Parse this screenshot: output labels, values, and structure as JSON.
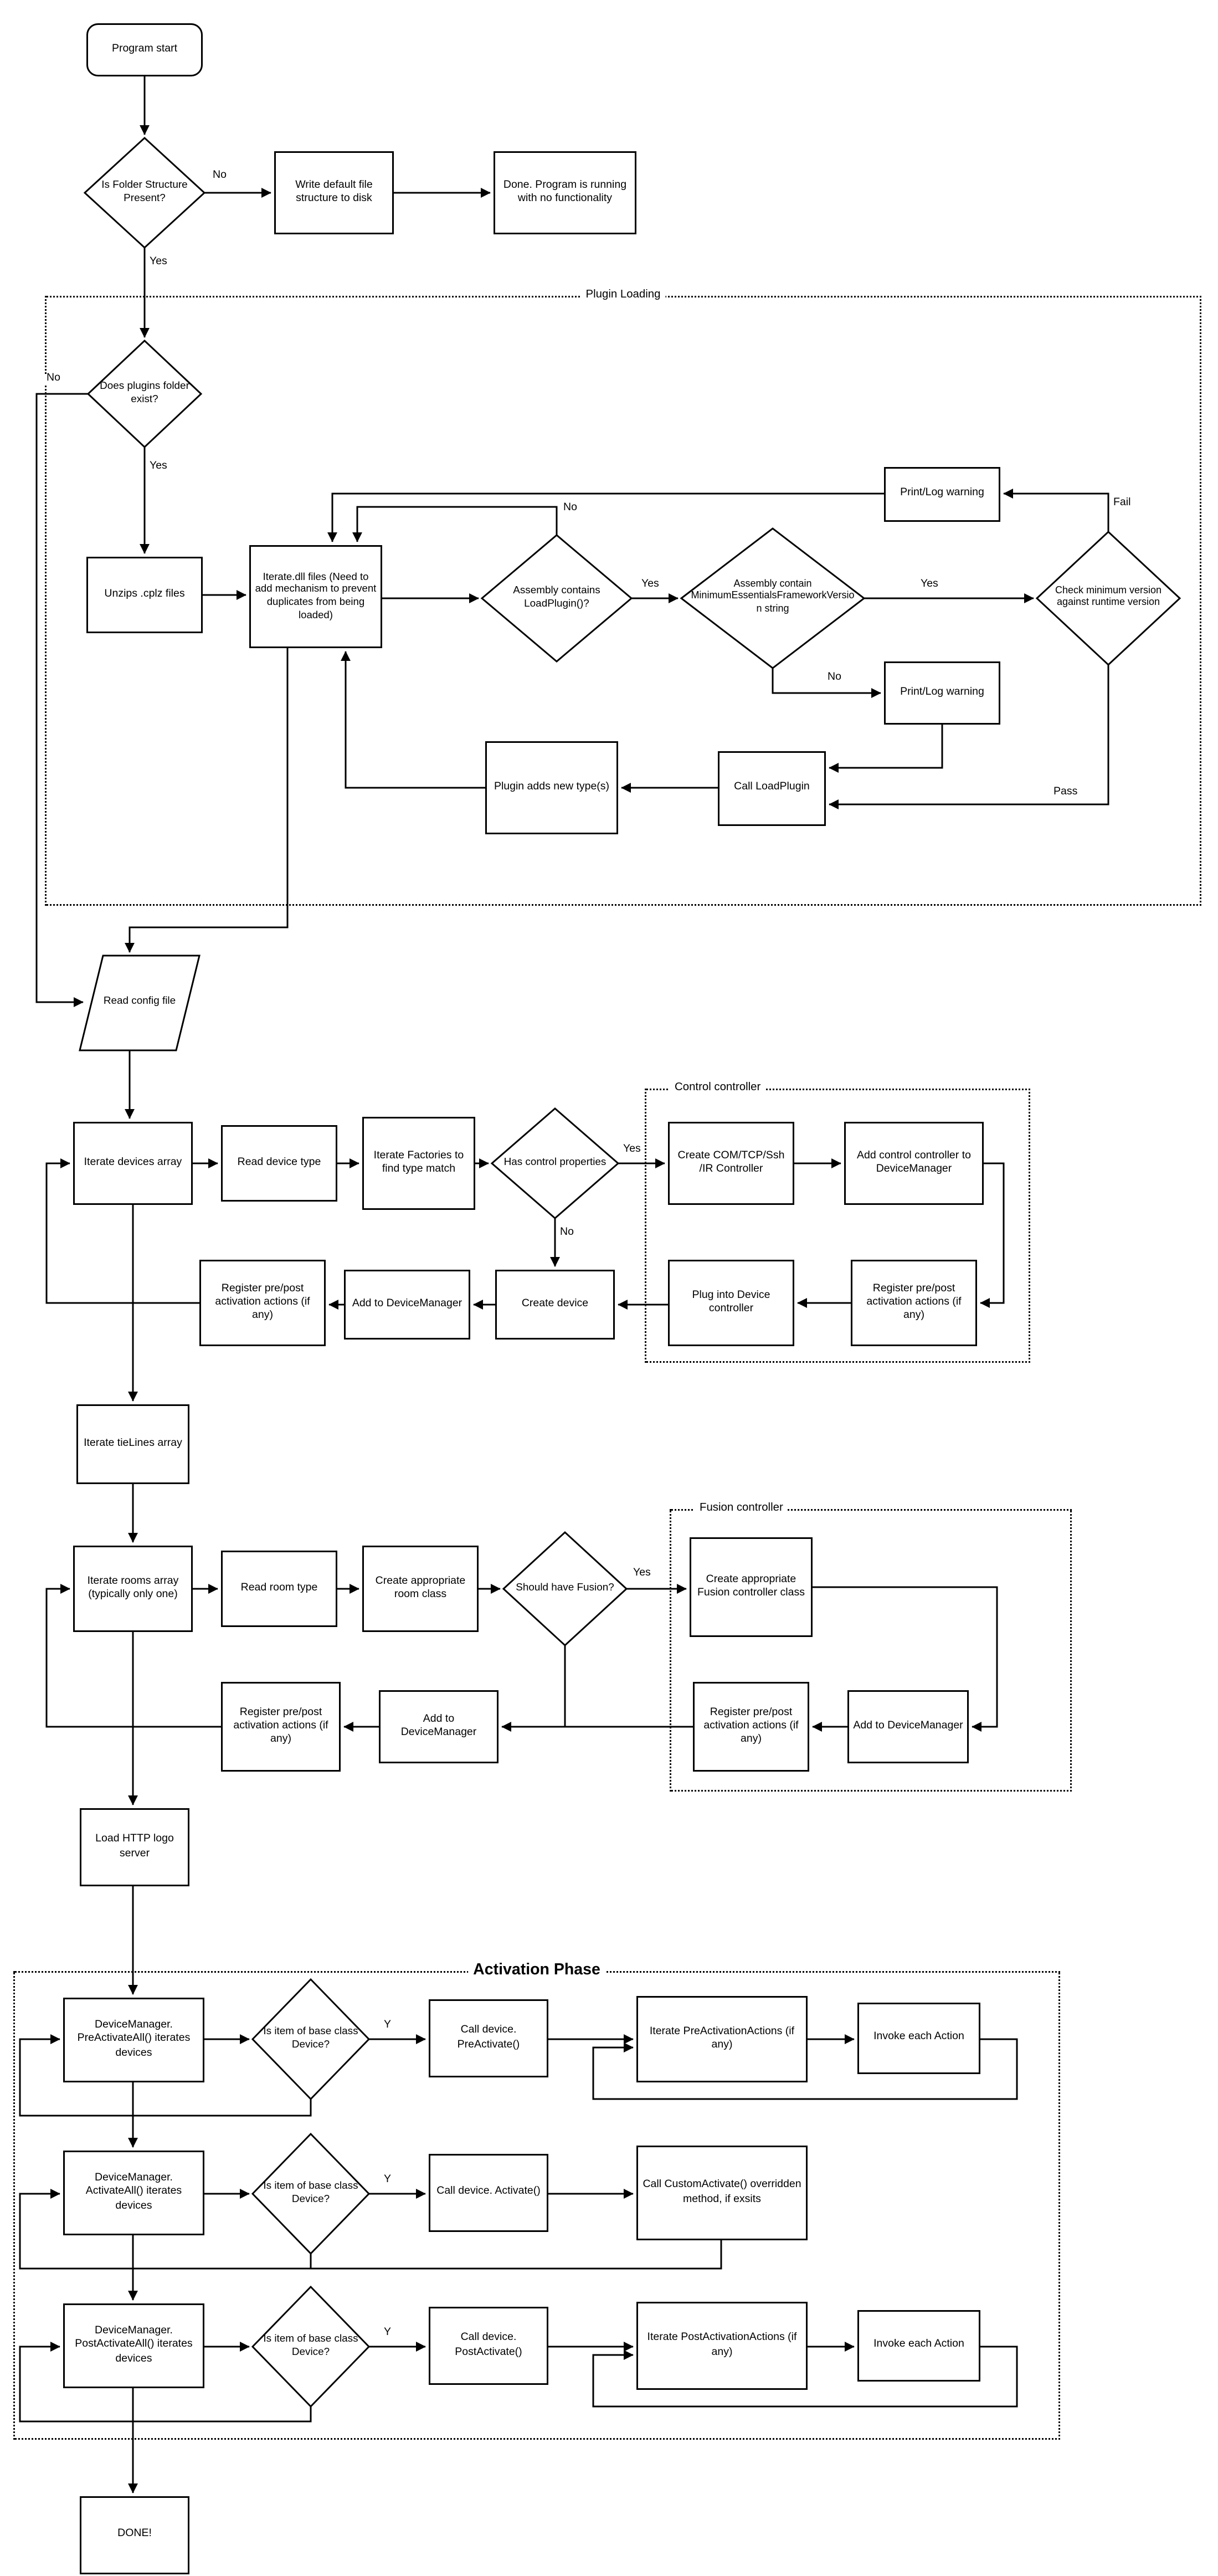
{
  "groups": {
    "plugin_loading": "Plugin Loading",
    "control_controller": "Control controller",
    "fusion_controller": "Fusion controller",
    "activation_phase": "Activation Phase"
  },
  "nodes": {
    "program_start": "Program start",
    "is_folder_structure": "Is Folder Structure Present?",
    "write_default": "Write default file structure to disk",
    "done_no_functionality": "Done.  Program is running with no functionality",
    "does_plugins_folder_exist": "Does plugins folder exist?",
    "unzips_cplz": "Unzips .cplz files",
    "iterate_dll": "Iterate.dll files (Need to add mechanism to prevent duplicates from being loaded)",
    "assembly_contains_loadplugin": "Assembly contains LoadPlugin()?",
    "assembly_contains_minimum": "Assembly contain MinimumEssentialsFrameworkVersion string",
    "check_minimum_version": "Check minimum version against runtime version",
    "print_log_warning_top": "Print/Log warning",
    "print_log_warning_bottom": "Print/Log warning",
    "call_loadplugin": "Call LoadPlugin",
    "plugin_adds_new_types": "Plugin adds new type(s)",
    "read_config_file": "Read config file",
    "iterate_devices_array": "Iterate devices array",
    "read_device_type": "Read device type",
    "iterate_factories": "Iterate Factories to find type match",
    "has_control_properties": "Has control properties",
    "create_com_controller": "Create COM/TCP/Ssh /IR Controller",
    "add_control_controller": "Add control controller to DeviceManager",
    "register_pre_post_control": "Register pre/post activation actions (if any)",
    "plug_into_device_controller": "Plug into Device controller",
    "create_device": "Create device",
    "add_to_devicemanager_device": "Add to DeviceManager",
    "register_pre_post_device": "Register pre/post activation actions (if any)",
    "iterate_tielines": "Iterate tieLines array",
    "iterate_rooms": "Iterate rooms array (typically only one)",
    "read_room_type": "Read room type",
    "create_room_class": "Create appropriate room class",
    "should_have_fusion": "Should have Fusion?",
    "create_fusion_controller": "Create appropriate Fusion controller class",
    "register_pre_post_fusion": "Register pre/post activation actions (if any)",
    "add_to_devicemanager_fusion": "Add to DeviceManager",
    "add_to_devicemanager_room": "Add to DeviceManager",
    "register_pre_post_room": "Register pre/post activation actions (if any)",
    "load_http_logo": "Load HTTP logo server",
    "devicemanager_preactivateall": "DeviceManager. PreActivateAll() iterates devices",
    "is_item_base_1": "Is item of base class Device?",
    "call_device_preactivate": "Call device. PreActivate()",
    "iterate_preactivationactions": "Iterate PreActivationActions (if any)",
    "invoke_each_action_1": "Invoke each Action",
    "devicemanager_activateall": "DeviceManager. ActivateAll() iterates devices",
    "is_item_base_2": "Is item of base class Device?",
    "call_device_activate": "Call device. Activate()",
    "call_customactivate": "Call CustomActivate() overridden method, if exsits",
    "devicemanager_postactivateall": "DeviceManager. PostActivateAll() iterates devices",
    "is_item_base_3": "Is item of base class Device?",
    "call_device_postactivate": "Call device. PostActivate()",
    "iterate_postactivationactions": "Iterate PostActivationActions (if any)",
    "invoke_each_action_2": "Invoke each Action",
    "done": "DONE!"
  },
  "edge_labels": {
    "no_folder": "No",
    "yes_folder": "Yes",
    "no_plugins": "No",
    "yes_plugins": "Yes",
    "no_assembly": "No",
    "yes_assembly": "Yes",
    "yes_minimum": "Yes",
    "no_minimum": "No",
    "fail": "Fail",
    "pass": "Pass",
    "yes_control": "Yes",
    "no_control": "No",
    "yes_fusion": "Yes",
    "y1": "Y",
    "y2": "Y",
    "y3": "Y"
  }
}
